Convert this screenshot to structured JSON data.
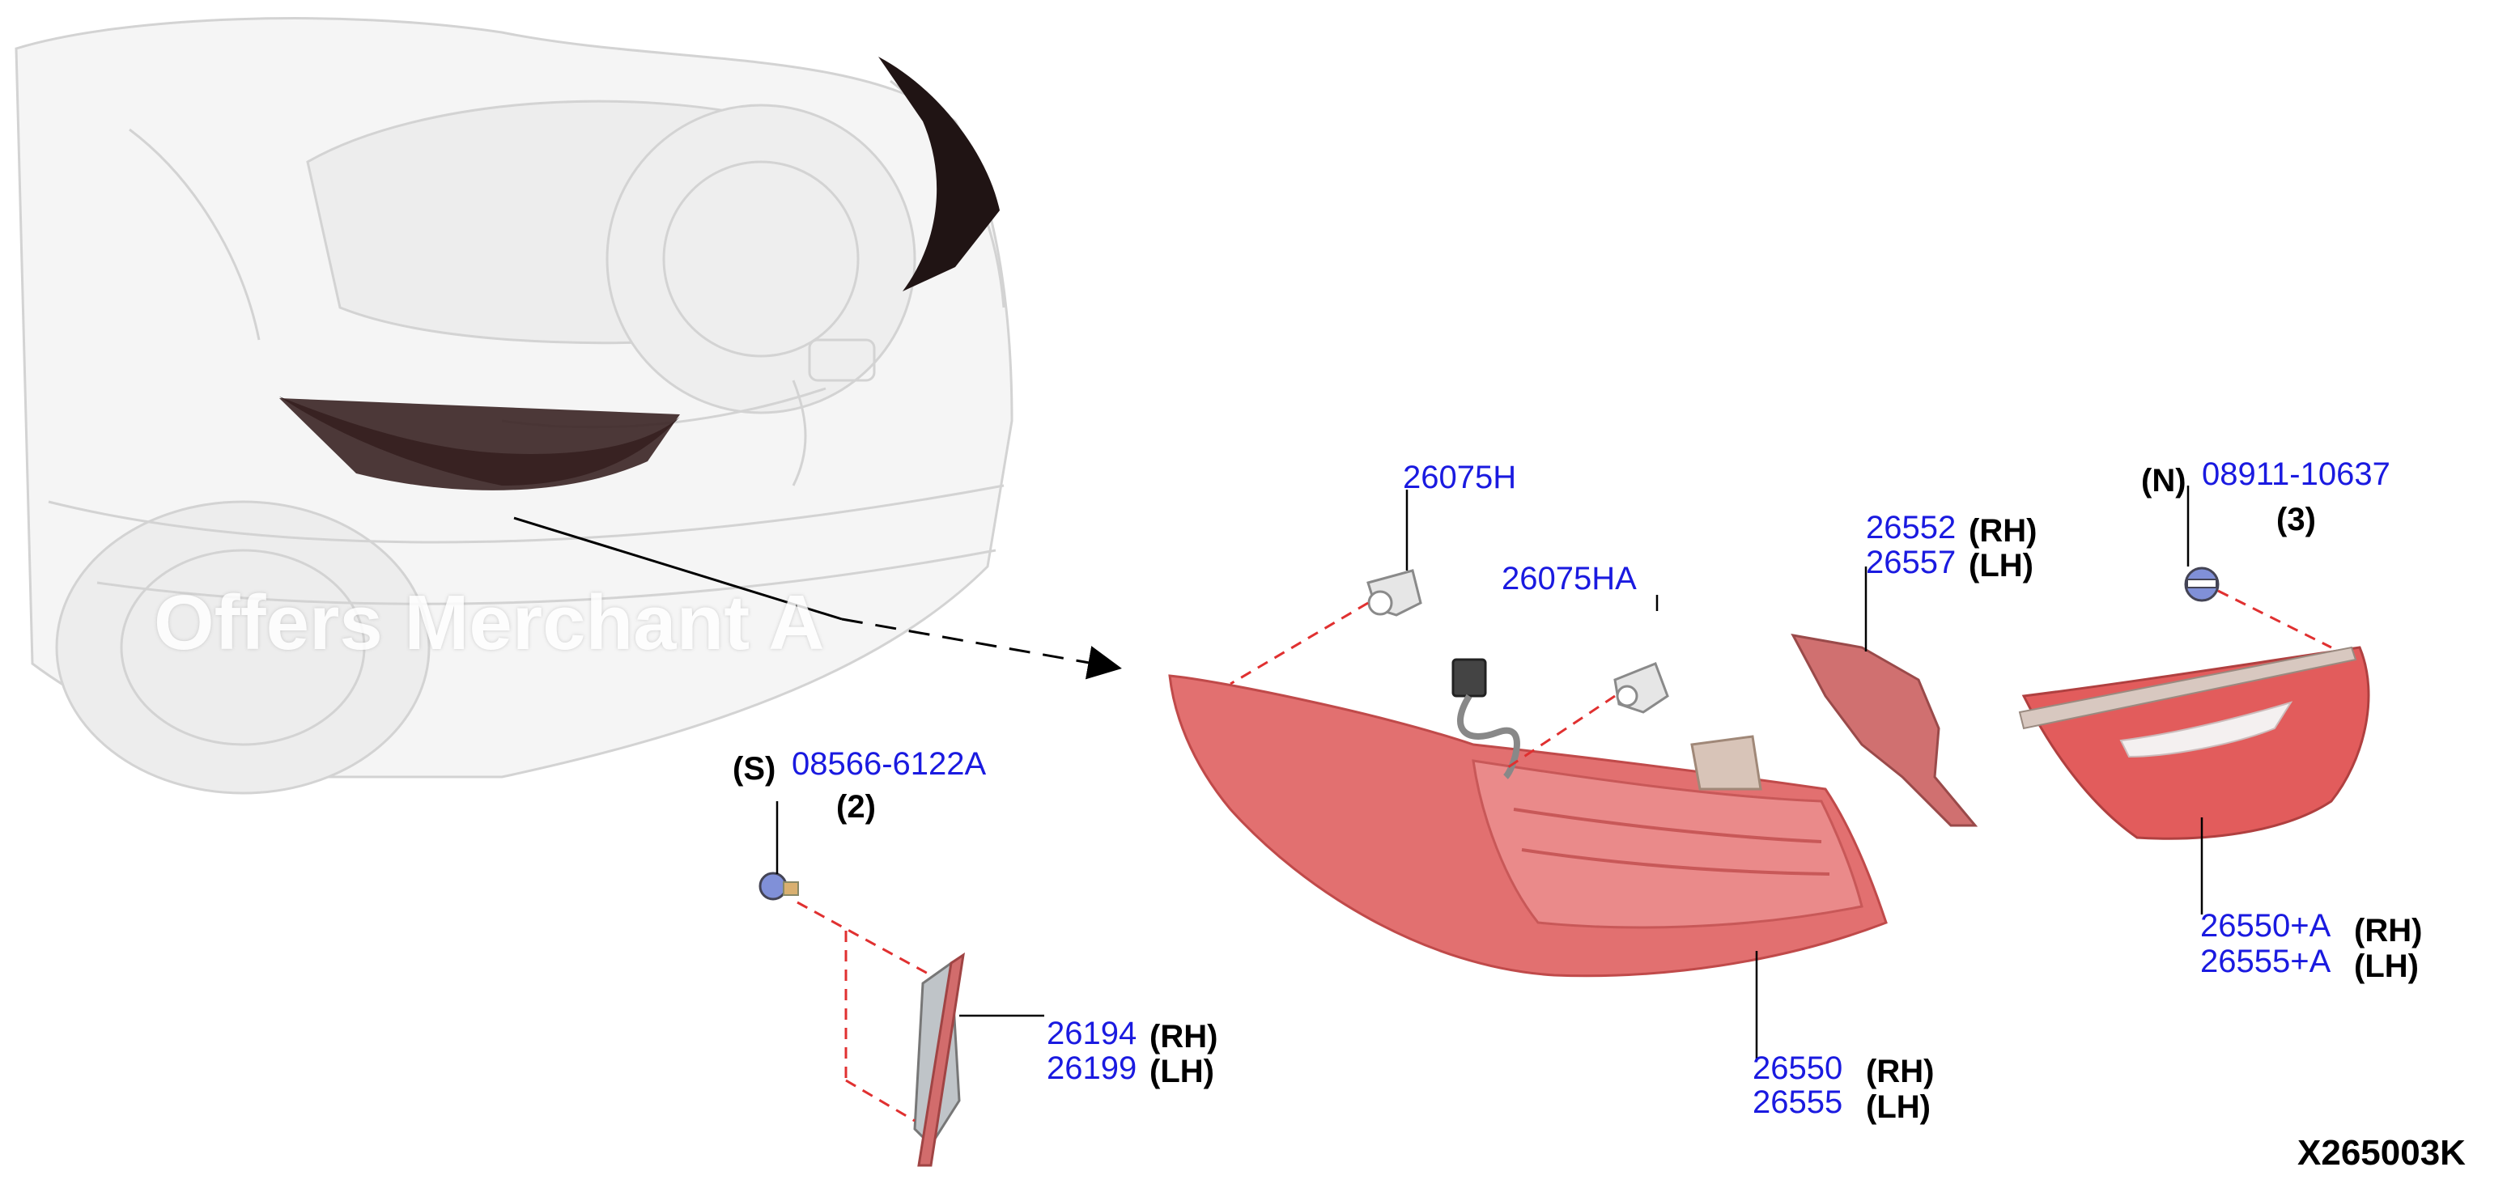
{
  "watermark": "Offers Merchant A",
  "diagram_id": "X265003K",
  "callouts": {
    "bulb_socket": {
      "part": "26075H"
    },
    "bulb_socket_alt": {
      "part": "26075HA"
    },
    "screw": {
      "prefix": "(S)",
      "part": "08566-6122A",
      "qty": "(2)"
    },
    "nut": {
      "prefix": "(N)",
      "part": "08911-10637",
      "qty": "(3)"
    },
    "reflector": {
      "part_rh": "26194",
      "side_rh": "(RH)",
      "part_lh": "26199",
      "side_lh": "(LH)"
    },
    "gasket": {
      "part_rh": "26552",
      "side_rh": "(RH)",
      "part_lh": "26557",
      "side_lh": "(LH)"
    },
    "combination_lamp": {
      "part_rh": "26550",
      "side_rh": "(RH)",
      "part_lh": "26555",
      "side_lh": "(LH)"
    },
    "inner_lamp": {
      "part_rh": "26550+A",
      "side_rh": "(RH)",
      "part_lh": "26555+A",
      "side_lh": "(LH)"
    }
  },
  "colors": {
    "part_number": "#1a1ae0",
    "lamp_red": "#e46a6a",
    "leader_dash": "#e03030",
    "fastener_blue": "#8090d8"
  }
}
